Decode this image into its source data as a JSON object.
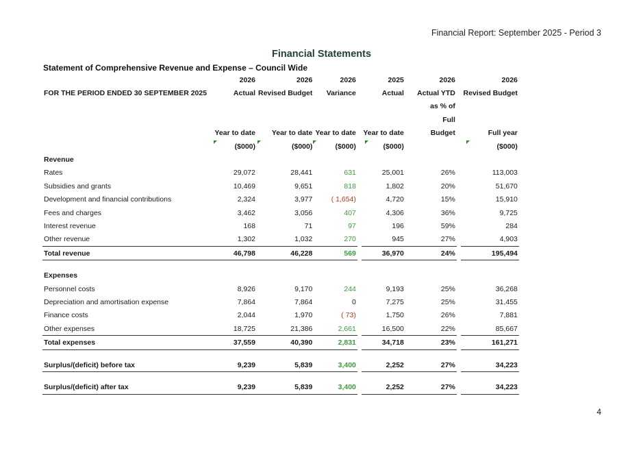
{
  "header": {
    "report_title": "Financial Report:  September 2025  - Period 3"
  },
  "title": "Financial Statements",
  "subtitle": "Statement of Comprehensive Revenue and Expense – Council Wide",
  "period_label": "FOR THE PERIOD ENDED 30 SEPTEMBER 2025",
  "columns": [
    {
      "year": "2026",
      "l1": "Actual",
      "l2": "",
      "l3": "",
      "l4": "Year to date",
      "unit": "($000)"
    },
    {
      "year": "2026",
      "l1": "Revised Budget",
      "l2": "",
      "l3": "",
      "l4": "Year to date",
      "unit": "($000)"
    },
    {
      "year": "2026",
      "l1": "Variance",
      "l2": "",
      "l3": "",
      "l4": "Year to date",
      "unit": "($000)"
    },
    {
      "year": "2025",
      "l1": "Actual",
      "l2": "",
      "l3": "",
      "l4": "Year to date",
      "unit": "($000)"
    },
    {
      "year": "2026",
      "l1": "Actual YTD",
      "l2": "as % of",
      "l3": "Full",
      "l4": "Budget",
      "unit": ""
    },
    {
      "year": "2026",
      "l1": "Revised Budget",
      "l2": "",
      "l3": "",
      "l4": "Full year",
      "unit": "($000)"
    }
  ],
  "sections": {
    "revenue": {
      "label": "Revenue",
      "rows": [
        {
          "label": "Rates",
          "v": [
            "29,072",
            "28,441",
            "631",
            "25,001",
            "26%",
            "113,003"
          ]
        },
        {
          "label": "Subsidies and grants",
          "v": [
            "10,469",
            "9,651",
            "818",
            "1,802",
            "20%",
            "51,670"
          ]
        },
        {
          "label": "Development and financial contributions",
          "v": [
            "2,324",
            "3,977",
            "( 1,654)",
            "4,720",
            "15%",
            "15,910"
          ]
        },
        {
          "label": "Fees and charges",
          "v": [
            "3,462",
            "3,056",
            "407",
            "4,306",
            "36%",
            "9,725"
          ]
        },
        {
          "label": "Interest revenue",
          "v": [
            "168",
            "71",
            "97",
            "196",
            "59%",
            "284"
          ]
        },
        {
          "label": "Other revenue",
          "v": [
            "1,302",
            "1,032",
            "270",
            "945",
            "27%",
            "4,903"
          ]
        }
      ],
      "total": {
        "label": "Total revenue",
        "v": [
          "46,798",
          "46,228",
          "569",
          "36,970",
          "24%",
          "195,494"
        ]
      }
    },
    "expenses": {
      "label": "Expenses",
      "rows": [
        {
          "label": "Personnel costs",
          "v": [
            "8,926",
            "9,170",
            "244",
            "9,193",
            "25%",
            "36,268"
          ]
        },
        {
          "label": "Depreciation and amortisation expense",
          "v": [
            "7,864",
            "7,864",
            "0",
            "7,275",
            "25%",
            "31,455"
          ]
        },
        {
          "label": "Finance costs",
          "v": [
            "2,044",
            "1,970",
            "( 73)",
            "1,750",
            "26%",
            "7,881"
          ]
        },
        {
          "label": "Other expenses",
          "v": [
            "18,725",
            "21,386",
            "2,661",
            "16,500",
            "22%",
            "85,667"
          ]
        }
      ],
      "total": {
        "label": "Total expenses",
        "v": [
          "37,559",
          "40,390",
          "2,831",
          "34,718",
          "23%",
          "161,271"
        ]
      }
    }
  },
  "surplus_before_tax": {
    "label": "Surplus/(deficit) before tax",
    "v": [
      "9,239",
      "5,839",
      "3,400",
      "2,252",
      "27%",
      "34,223"
    ]
  },
  "surplus_after_tax": {
    "label": "Surplus/(deficit) after tax",
    "v": [
      "9,239",
      "5,839",
      "3,400",
      "2,252",
      "27%",
      "34,223"
    ]
  },
  "page_number": "4",
  "colors": {
    "title": "#1f4233",
    "variance_positive": "#3c9a3c",
    "variance_negative": "#b33a1e"
  }
}
